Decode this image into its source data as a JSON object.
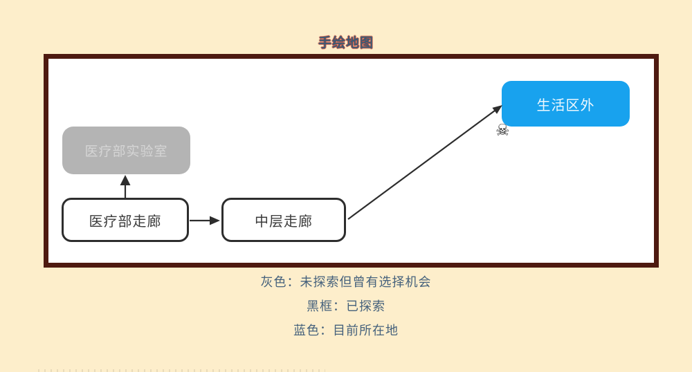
{
  "title": "手绘地图",
  "map": {
    "nodes": [
      {
        "id": "medical-lab",
        "label": "医疗部实验室",
        "state": "unexplored"
      },
      {
        "id": "medical-corridor",
        "label": "医疗部走廊",
        "state": "explored"
      },
      {
        "id": "mid-level-corridor",
        "label": "中层走廊",
        "state": "explored"
      },
      {
        "id": "outside-living-area",
        "label": "生活区外",
        "state": "current"
      }
    ],
    "edges": [
      {
        "from": "medical-corridor",
        "to": "medical-lab"
      },
      {
        "from": "medical-corridor",
        "to": "mid-level-corridor"
      },
      {
        "from": "mid-level-corridor",
        "to": "outside-living-area"
      }
    ],
    "danger_icon": {
      "name": "skull-icon",
      "glyph": "☠",
      "attached_to": "outside-living-area"
    }
  },
  "legend": {
    "lines": [
      "灰色：未探索但曾有选择机会",
      "黑框：已探索",
      "蓝色：目前所在地"
    ]
  },
  "colors": {
    "background": "#fdeecb",
    "frame_border": "#4e1a10",
    "canvas": "#ffffff",
    "unexplored_fill": "#b4b4b4",
    "unexplored_text": "#d5d5d5",
    "explored_border": "#2d2d2d",
    "current_fill": "#18a2ee",
    "current_text": "#eef8fe",
    "title_text": "#3c5a74",
    "legend_text": "#45617c",
    "arrow": "#2d2d2d"
  }
}
